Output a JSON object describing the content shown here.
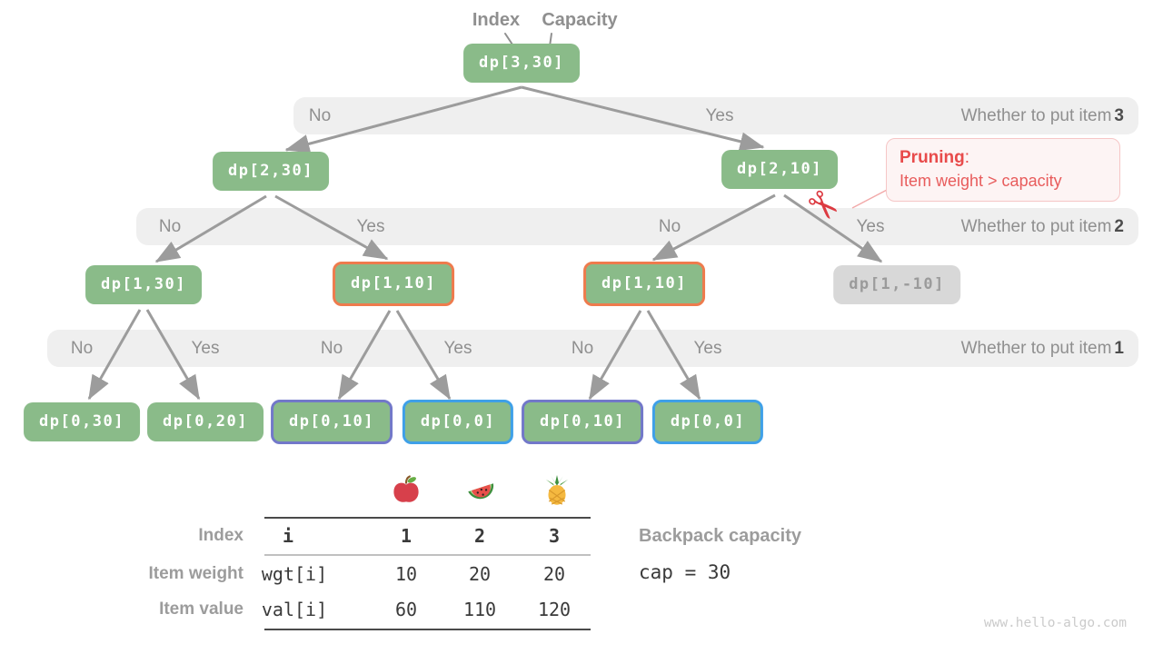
{
  "title_labels": {
    "index": "Index",
    "capacity": "Capacity"
  },
  "bands": [
    {
      "question": "Whether to put item",
      "item": "3",
      "labels": [
        "No",
        "Yes"
      ]
    },
    {
      "question": "Whether to put item",
      "item": "2",
      "labels": [
        "No",
        "Yes",
        "No",
        "Yes"
      ]
    },
    {
      "question": "Whether to put item",
      "item": "1",
      "labels": [
        "No",
        "Yes",
        "No",
        "Yes",
        "No",
        "Yes"
      ]
    }
  ],
  "tree": {
    "nodes": [
      {
        "label": "dp[3,30]",
        "variant": "green"
      },
      {
        "label": "dp[2,30]",
        "variant": "green"
      },
      {
        "label": "dp[2,10]",
        "variant": "green"
      },
      {
        "label": "dp[1,30]",
        "variant": "green"
      },
      {
        "label": "dp[1,10]",
        "variant": "green-orange-border"
      },
      {
        "label": "dp[1,10]",
        "variant": "green-orange-border"
      },
      {
        "label": "dp[1,-10]",
        "variant": "gray-pruned"
      },
      {
        "label": "dp[0,30]",
        "variant": "green"
      },
      {
        "label": "dp[0,20]",
        "variant": "green"
      },
      {
        "label": "dp[0,10]",
        "variant": "green-purple-border"
      },
      {
        "label": "dp[0,0]",
        "variant": "green-blue-border"
      },
      {
        "label": "dp[0,10]",
        "variant": "green-purple-border"
      },
      {
        "label": "dp[0,0]",
        "variant": "green-blue-border"
      }
    ]
  },
  "pruning": {
    "title": "Pruning",
    "colon": ":",
    "description": "Item weight > capacity"
  },
  "scissors_icon": "✂",
  "table": {
    "fruit_icons": [
      "apple",
      "watermelon",
      "pineapple"
    ],
    "row_labels": [
      "Index",
      "Item weight",
      "Item value"
    ],
    "header": {
      "var": "i",
      "cols": [
        "1",
        "2",
        "3"
      ]
    },
    "rows": [
      {
        "var": "wgt[i]",
        "values": [
          "10",
          "20",
          "20"
        ]
      },
      {
        "var": "val[i]",
        "values": [
          "60",
          "110",
          "120"
        ]
      }
    ]
  },
  "capacity_info": {
    "label": "Backpack capacity",
    "value": "cap = 30"
  },
  "watermark": "www.hello-algo.com",
  "colors": {
    "node_green": "#8abb89",
    "highlight_orange": "#ee7b4d",
    "highlight_purple": "#7278c9",
    "highlight_blue": "#3fa0e8",
    "pruned_gray": "#d8d8d8",
    "band_gray": "#efefef",
    "accent_red": "#e84b4b"
  }
}
